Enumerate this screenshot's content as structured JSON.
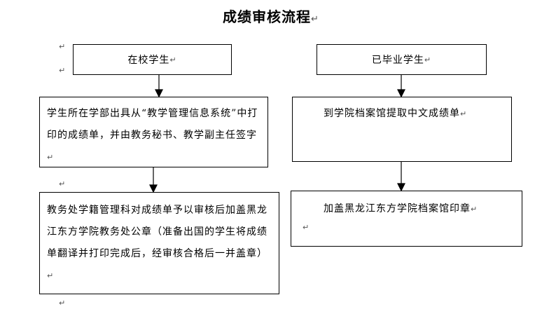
{
  "title": "成绩审核流程",
  "paragraph_mark": "↵",
  "left": {
    "box1": "在校学生",
    "box2": "学生所在学部出具从“教学管理信息系统”中打印的成绩单，并由教务秘书、教学副主任签字",
    "box3": "教务处学籍管理科对成绩单予以审核后加盖黑龙江东方学院教务处公章（准备出国的学生将成绩单翻译并打印完成后，经审核合格后一并盖章）"
  },
  "right": {
    "box1": "已毕业学生",
    "box2": "到学院档案馆提取中文成绩单",
    "box3": "加盖黑龙江东方学院档案馆印章"
  }
}
